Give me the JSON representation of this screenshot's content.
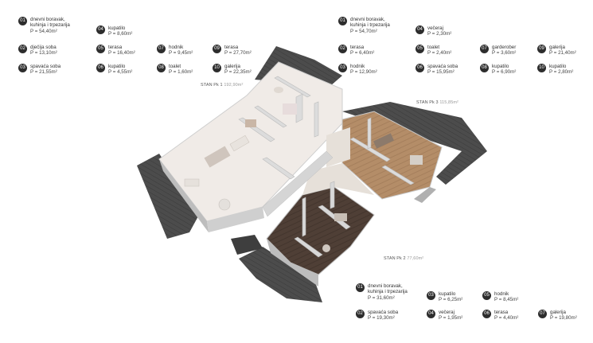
{
  "apartments": [
    {
      "label": "STAN Pk 1",
      "area": "192,90m²"
    },
    {
      "label": "STAN Pk 3",
      "area": "115,85m²"
    },
    {
      "label": "STAN Pk 2",
      "area": "77,60m²"
    }
  ],
  "legends": {
    "pk1": [
      {
        "num": "01",
        "name": "dnevni boravak,\nkuhinja i trpezarija",
        "area": "P = 54,40m²"
      },
      {
        "num": "02",
        "name": "dječija soba",
        "area": "P = 13,10m²"
      },
      {
        "num": "03",
        "name": "spavaća soba",
        "area": "P = 21,55m²"
      },
      {
        "num": "04",
        "name": "kupatilo",
        "area": "P = 8,60m²"
      },
      {
        "num": "05",
        "name": "terasa",
        "area": "P = 16,40m²"
      },
      {
        "num": "06",
        "name": "kupatilo",
        "area": "P = 4,55m²"
      },
      {
        "num": "07",
        "name": "hodnik",
        "area": "P = 9,45m²"
      },
      {
        "num": "08",
        "name": "toalet",
        "area": "P = 1,60m²"
      },
      {
        "num": "09",
        "name": "terasa",
        "area": "P = 27,70m²"
      },
      {
        "num": "10",
        "name": "galerija",
        "area": "P = 22,35m²"
      }
    ],
    "pk3": [
      {
        "num": "01",
        "name": "dnevni boravak,\nkuhinja i trpezarija",
        "area": "P = 54,70m²"
      },
      {
        "num": "02",
        "name": "terasa",
        "area": "P = 6,40m²"
      },
      {
        "num": "03",
        "name": "hodnik",
        "area": "P = 12,90m²"
      },
      {
        "num": "04",
        "name": "večeraj",
        "area": "P = 2,30m²"
      },
      {
        "num": "05",
        "name": "toalet",
        "area": "P = 2,40m²"
      },
      {
        "num": "06",
        "name": "spavaća soba",
        "area": "P = 15,95m²"
      },
      {
        "num": "07",
        "name": "garderober",
        "area": "P = 3,60m²"
      },
      {
        "num": "08",
        "name": "kupatilo",
        "area": "P = 6,90m²"
      },
      {
        "num": "09",
        "name": "galerija",
        "area": "P = 21,40m²"
      },
      {
        "num": "10",
        "name": "kupatilo",
        "area": "P = 2,80m²"
      }
    ],
    "pk2": [
      {
        "num": "01",
        "name": "dnevni boravak,\nkuhinja i trpezarija",
        "area": "P = 31,60m²"
      },
      {
        "num": "02",
        "name": "spavaća soba",
        "area": "P = 19,30m²"
      },
      {
        "num": "03",
        "name": "kupatilo",
        "area": "P = 6,25m²"
      },
      {
        "num": "04",
        "name": "večeraj",
        "area": "P = 1,95m²"
      },
      {
        "num": "05",
        "name": "hodnik",
        "area": "P = 8,45m²"
      },
      {
        "num": "06",
        "name": "terasa",
        "area": "P = 4,40m²"
      },
      {
        "num": "07",
        "name": "galerija",
        "area": "P = 19,80m²"
      }
    ]
  },
  "colors": {
    "roof": "#4a4a4a",
    "wall": "#d9d9d9",
    "floor_light": "#f1ece8",
    "floor_wood": "#b08a66",
    "floor_dark": "#4e3f37"
  }
}
